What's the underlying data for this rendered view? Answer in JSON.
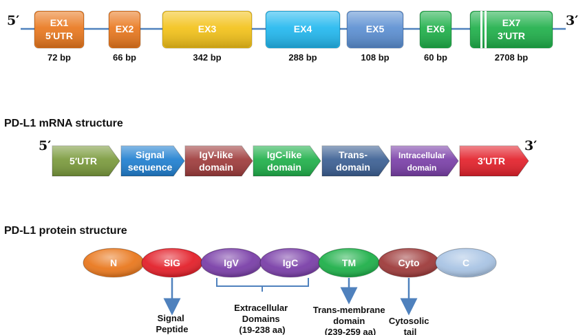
{
  "gene": {
    "five_prime": "5′",
    "three_prime": "3′",
    "exons": [
      {
        "line1": "EX1",
        "line2": "5′UTR",
        "size": "72 bp",
        "color": "#e9781e"
      },
      {
        "line1": "EX2",
        "line2": "",
        "size": "66 bp",
        "color": "#e9781e"
      },
      {
        "line1": "EX3",
        "line2": "",
        "size": "342 bp",
        "color": "#f3c219"
      },
      {
        "line1": "EX4",
        "line2": "",
        "size": "288 bp",
        "color": "#22b8ef"
      },
      {
        "line1": "EX5",
        "line2": "",
        "size": "108 bp",
        "color": "#5b8fd2"
      },
      {
        "line1": "EX6",
        "line2": "",
        "size": "60 bp",
        "color": "#1fb04a"
      },
      {
        "line1": "EX7",
        "line2": "3′UTR",
        "size": "2708 bp",
        "color": "#1fb04a"
      }
    ]
  },
  "mrna": {
    "heading": "PD-L1 mRNA structure",
    "five_prime": "5′",
    "three_prime": "3′",
    "segments": [
      {
        "line1": "5′UTR",
        "line2": "",
        "color": "#7a9a3c"
      },
      {
        "line1": "Signal",
        "line2": "sequence",
        "color": "#1f7fd0"
      },
      {
        "line1": "IgV-like",
        "line2": "domain",
        "color": "#9e3b3b"
      },
      {
        "line1": "IgC-like",
        "line2": "domain",
        "color": "#1fb04a"
      },
      {
        "line1": "Trans-",
        "line2": "domain",
        "color": "#3b5f93"
      },
      {
        "line1": "Intracellular",
        "line2": "domain",
        "color": "#7a3fa8"
      },
      {
        "line1": "3′UTR",
        "line2": "",
        "color": "#e3202a"
      }
    ]
  },
  "protein": {
    "heading": "PD-L1 protein structure",
    "domains": [
      {
        "label": "N",
        "color": "#e9781e"
      },
      {
        "label": "SIG",
        "color": "#e3202a"
      },
      {
        "label": "IgV",
        "color": "#7a3fa8"
      },
      {
        "label": "IgC",
        "color": "#7a3fa8"
      },
      {
        "label": "TM",
        "color": "#1fb04a"
      },
      {
        "label": "Cyto",
        "color": "#9e3b3b"
      },
      {
        "label": "C",
        "color": "#a9c4e4"
      }
    ],
    "annotations": {
      "signal": [
        "Signal",
        "Peptide"
      ],
      "extracellular": [
        "Extracellular",
        "Domains",
        "(19-238 aa)"
      ],
      "transmembrane": [
        "Trans-membrane",
        "domain",
        "(239-259 aa)"
      ],
      "cytosolic": [
        "Cytosolic",
        "tail"
      ]
    }
  }
}
